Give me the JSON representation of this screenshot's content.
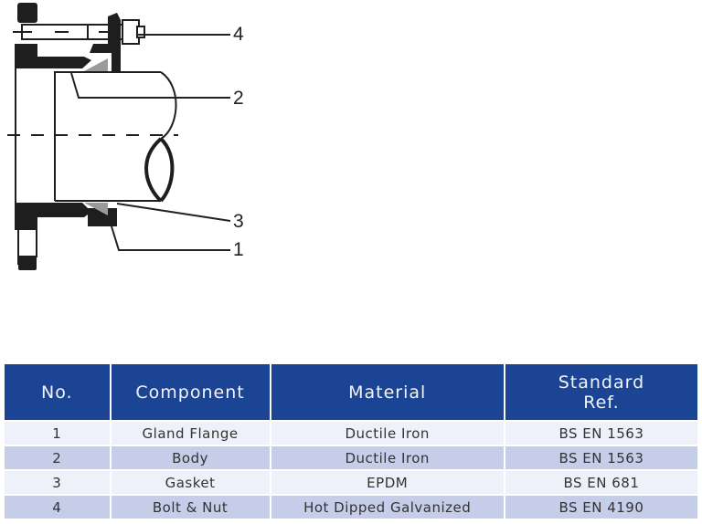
{
  "diagram": {
    "callouts": [
      {
        "number": "4",
        "target": "bolt-and-nut"
      },
      {
        "number": "2",
        "target": "body"
      },
      {
        "number": "3",
        "target": "gasket"
      },
      {
        "number": "1",
        "target": "gland-flange"
      }
    ],
    "colors": {
      "metal": "#1e1e1e",
      "gasket": "#9a9a9a",
      "line": "#222222"
    }
  },
  "table": {
    "headers": {
      "no": "No.",
      "component": "Component",
      "material": "Material",
      "standard_line1": "Standard",
      "standard_line2": "Ref."
    },
    "rows": [
      {
        "no": "1",
        "component": "Gland Flange",
        "material": "Ductile Iron",
        "standard": "BS EN 1563"
      },
      {
        "no": "2",
        "component": "Body",
        "material": "Ductile Iron",
        "standard": "BS EN 1563"
      },
      {
        "no": "3",
        "component": "Gasket",
        "material": "EPDM",
        "standard": "BS EN 681"
      },
      {
        "no": "4",
        "component": "Bolt & Nut",
        "material": "Hot Dipped Galvanized",
        "standard": "BS EN 4190"
      }
    ],
    "colors": {
      "header_bg": "#1c4494",
      "header_text": "#f2f4fb",
      "row_odd_bg": "#eef0fa",
      "row_even_bg": "#c6cde8",
      "cell_text": "#333333"
    }
  }
}
